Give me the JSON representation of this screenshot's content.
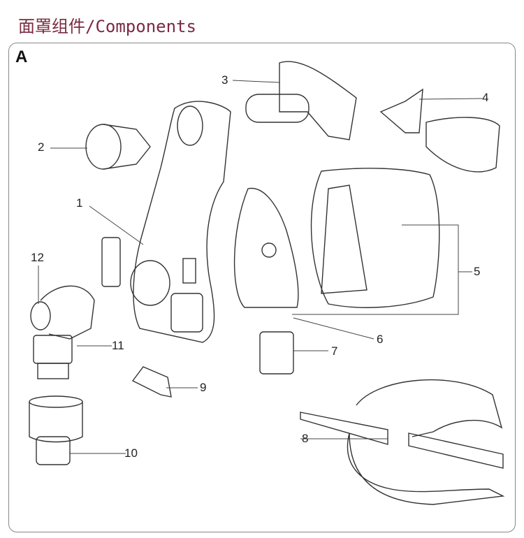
{
  "title": "面罩组件/Components",
  "panel_label": "A",
  "callouts": [
    "1",
    "2",
    "3",
    "4",
    "5",
    "6",
    "7",
    "8",
    "9",
    "10",
    "11",
    "12"
  ]
}
